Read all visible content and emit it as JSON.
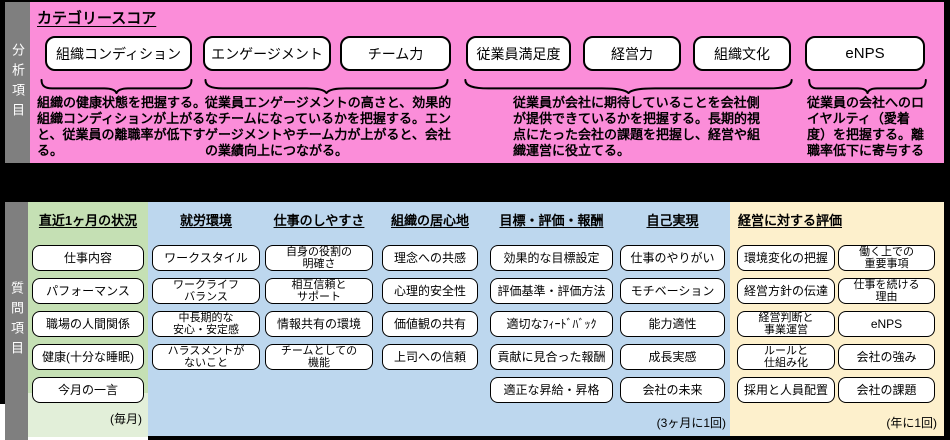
{
  "analysis": {
    "sidebar": "分析項目",
    "title": "カテゴリースコア",
    "boxes": [
      "組織コンディション",
      "エンゲージメント",
      "チーム力",
      "従業員満足度",
      "経営力",
      "組織文化",
      "eNPS"
    ],
    "descriptions": [
      "組織の健康状態を把握する。組織コンディションが上がると、従業員の離職率が低下する。",
      "従業員エンゲージメントの高さと、効果的なチームになっているかを把握する。エンゲージメントやチーム力が上がると、会社の業績向上につながる。",
      "従業員が会社に期待していることを会社側が提供できているかを把握する。長期的視点にたった会社の課題を把握し、経営や組織運営に役立てる。",
      "従業員の会社へのロイヤルティ（愛着度）を把握する。離職率低下に寄与する"
    ]
  },
  "questions": {
    "sidebar": "質問項目",
    "columns": [
      {
        "header": "直近1ヶ月の状況",
        "items": [
          "仕事内容",
          "パフォーマンス",
          "職場の人間関係",
          "健康(十分な睡眠)",
          "今月の一言"
        ],
        "footer": "(毎月)"
      },
      {
        "header": "就労環境",
        "items": [
          "ワークスタイル",
          "ワークライフ\nバランス",
          "中長期的な\n安心・安定感",
          "ハラスメントが\nないこと"
        ]
      },
      {
        "header": "仕事のしやすさ",
        "items": [
          "自身の役割の\n明確さ",
          "相互信頼と\nサポート",
          "情報共有の環境",
          "チームとしての\n機能"
        ]
      },
      {
        "header": "組織の居心地",
        "items": [
          "理念への共感",
          "心理的安全性",
          "価値観の共有",
          "上司への信頼"
        ]
      },
      {
        "header": "目標・評価・報酬",
        "items": [
          "効果的な目標設定",
          "評価基準・評価方法",
          "適切なﾌｨｰﾄﾞﾊﾞｯｸ",
          "貢献に見合った報酬",
          "適正な昇給・昇格"
        ]
      },
      {
        "header": "自己実現",
        "items": [
          "仕事のやりがい",
          "モチベーション",
          "能力適性",
          "成長実感",
          "会社の未来"
        ],
        "footer": "(3ヶ月に1回)"
      },
      {
        "header": "経営に対する評価",
        "left_items": [
          "環境変化の把握",
          "経営方針の伝達",
          "経営判断と\n事業運営",
          "ルールと\n仕組み化",
          "採用と人員配置"
        ],
        "right_items": [
          "働く上での\n重要事項",
          "仕事を続ける\n理由",
          "eNPS",
          "会社の強み",
          "会社の課題"
        ],
        "footer": "(年に1回)"
      }
    ]
  },
  "colors": {
    "background": "#000000",
    "pink": "#fb8dd9",
    "sidebar_gray": "#7f7f7f",
    "green": "#c5e0b4",
    "green_light": "#e2efd9",
    "blue": "#bdd7ee",
    "cream": "#fdf0cc",
    "box_bg": "#ffffff",
    "border": "#000000"
  }
}
